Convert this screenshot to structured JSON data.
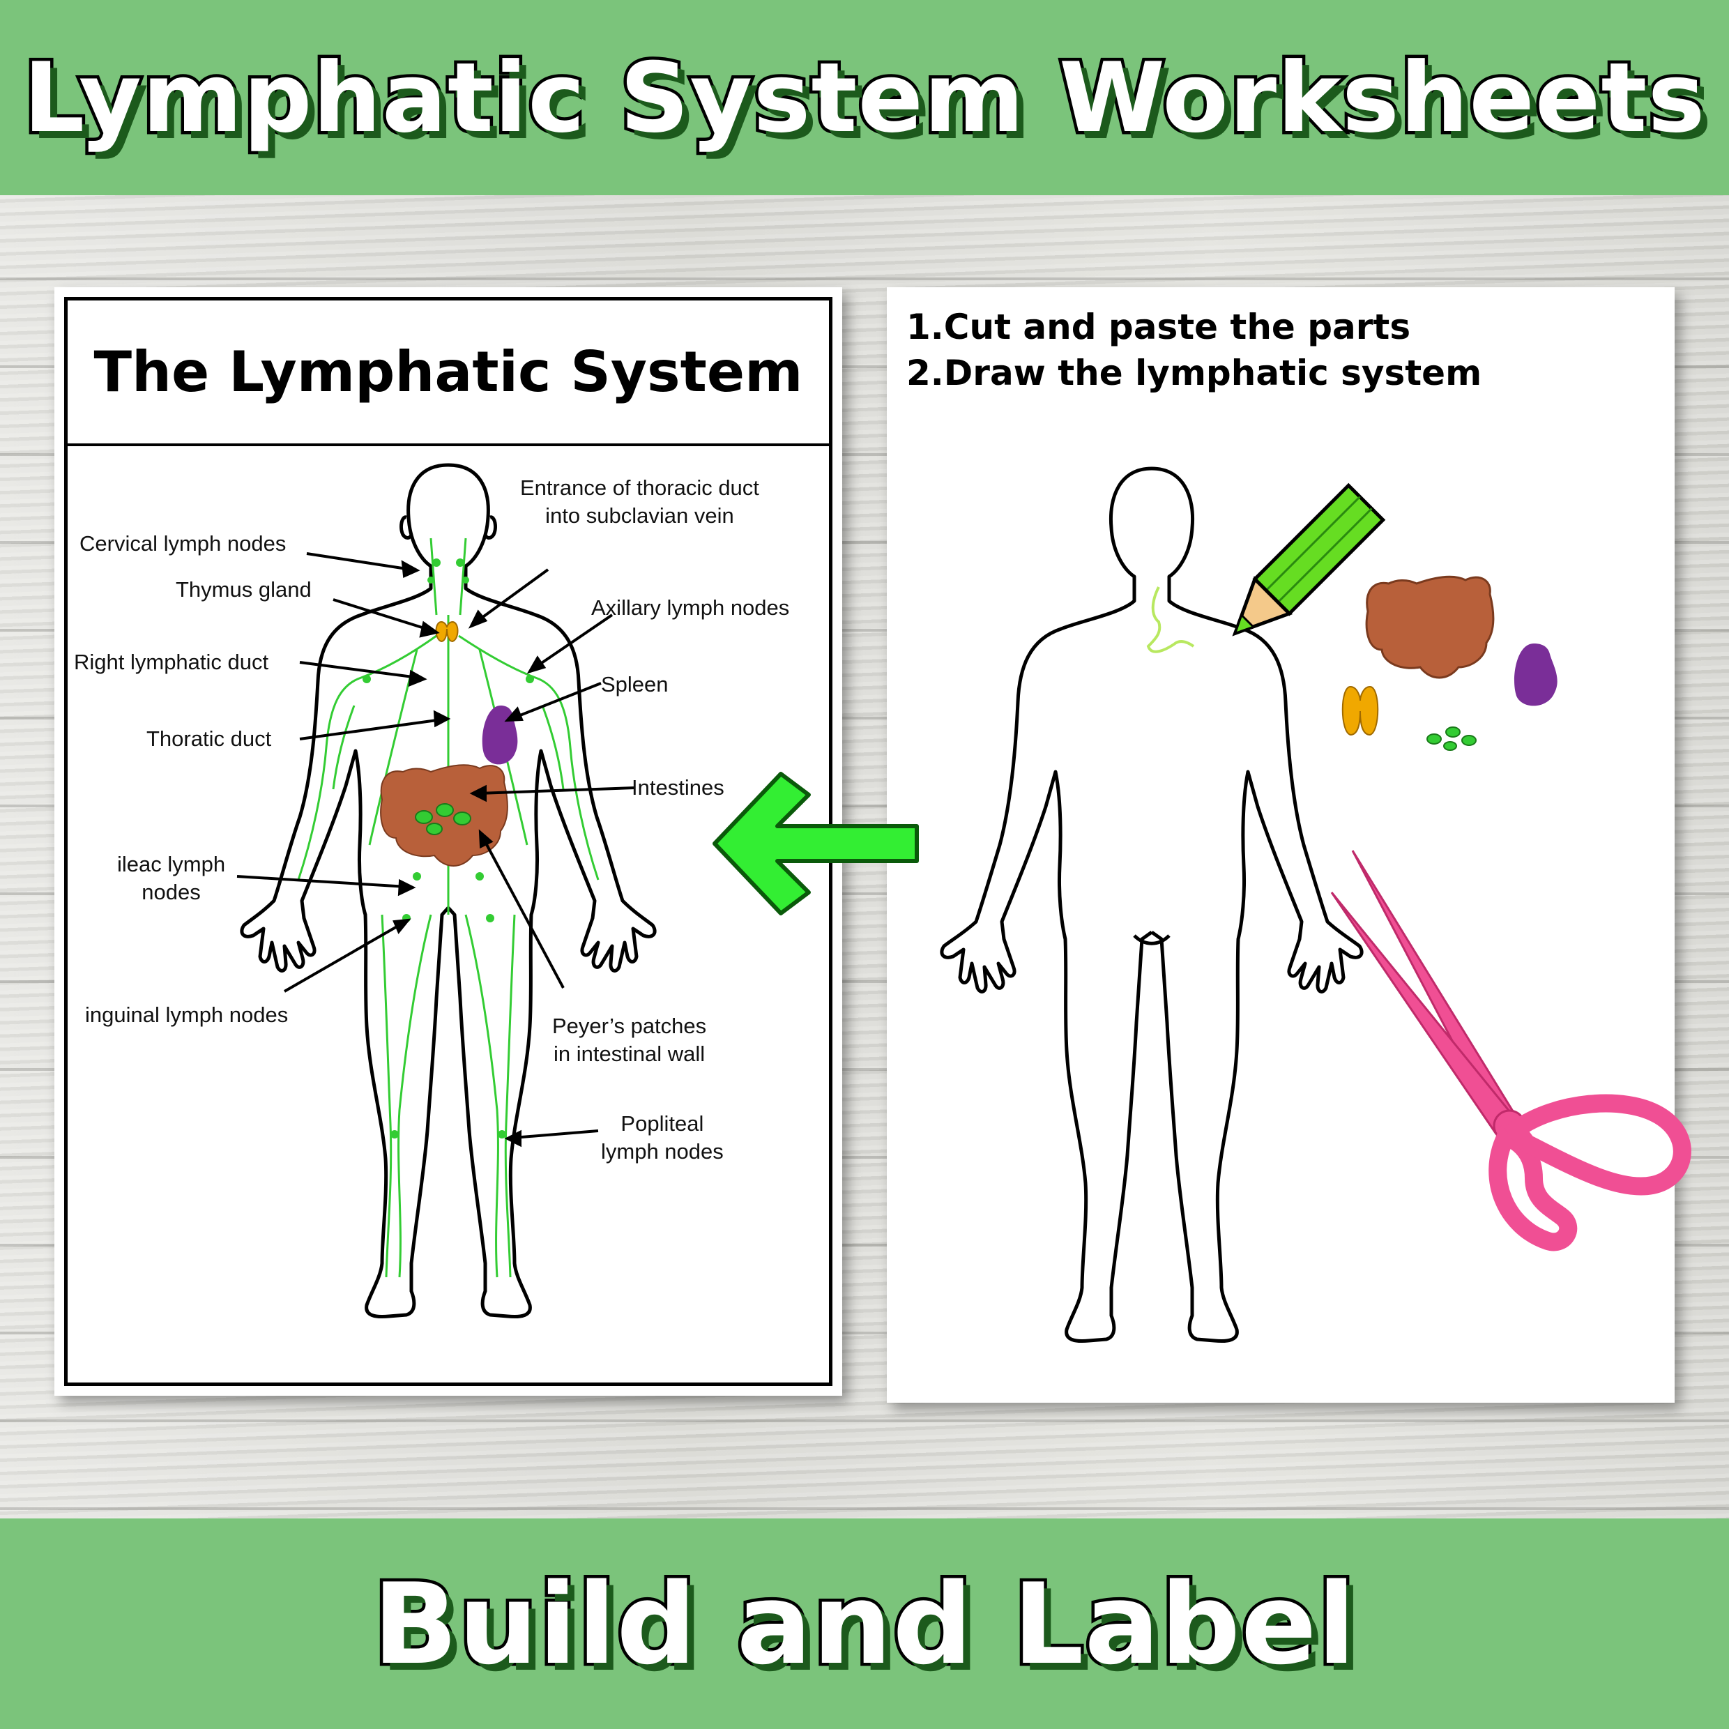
{
  "header": {
    "title": "Lymphatic System Worksheets"
  },
  "footer": {
    "subtitle": "Build and Label"
  },
  "left_sheet": {
    "title": "The Lymphatic System",
    "labels": {
      "entrance": "Entrance of thoracic duct\ninto subclavian vein",
      "cervical": "Cervical lymph nodes",
      "thymus": "Thymus gland",
      "axillary": "Axillary lymph nodes",
      "right_duct": "Right lymphatic duct",
      "spleen": "Spleen",
      "thoratic": "Thoratic duct",
      "intestines": "Intestines",
      "ileac": "ileac lymph\nnodes",
      "inguinal": "inguinal lymph nodes",
      "peyers": "Peyer’s patches\nin intestinal wall",
      "popliteal": "Popliteal\nlymph nodes"
    }
  },
  "right_sheet": {
    "instruction_1": "1.Cut and paste the parts",
    "instruction_2": "2.Draw the lymphatic system"
  },
  "colors": {
    "banner": "#7bc47b",
    "lymph": "#33cc33",
    "arrow": "#33ee33",
    "spleen": "#7a2e98",
    "thymus": "#f0a800",
    "intestine": "#b8603a",
    "pencil": "#66dd22",
    "scissors": "#f04f94"
  },
  "icons": [
    "arrow-left-icon",
    "pencil-icon",
    "scissors-icon"
  ]
}
